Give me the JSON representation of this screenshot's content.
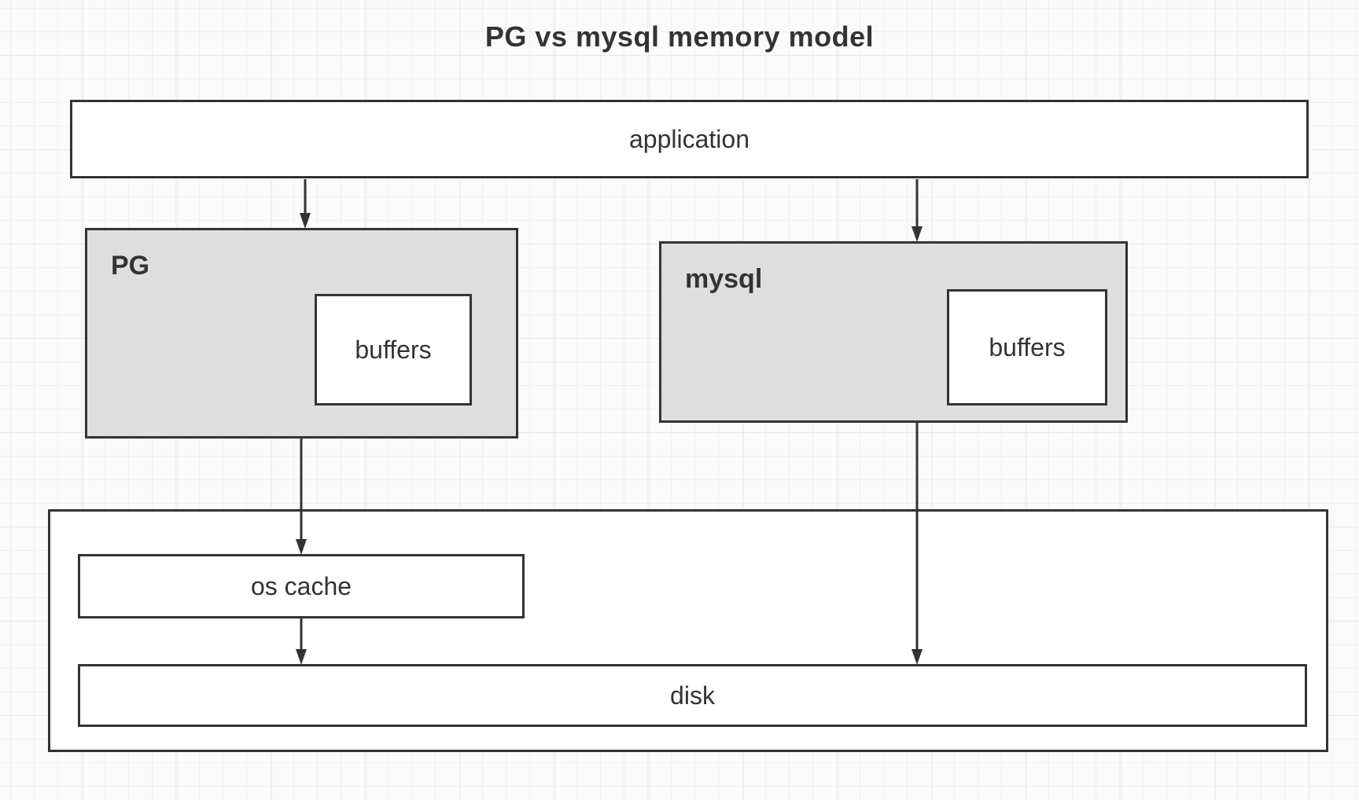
{
  "title": "PG vs mysql memory model",
  "diagram": {
    "nodes": {
      "application": {
        "label": "application",
        "fill": "#ffffff"
      },
      "pg": {
        "label": "PG",
        "fill": "#dedede"
      },
      "pg_buffers": {
        "label": "buffers",
        "fill": "#ffffff"
      },
      "mysql": {
        "label": "mysql",
        "fill": "#dedede"
      },
      "mysql_buffers": {
        "label": "buffers",
        "fill": "#ffffff"
      },
      "os_container": {
        "label": "",
        "fill": "#ffffff"
      },
      "os_cache": {
        "label": "os cache",
        "fill": "#ffffff"
      },
      "disk": {
        "label": "disk",
        "fill": "#ffffff"
      }
    },
    "edges": [
      {
        "from": "application",
        "to": "PG"
      },
      {
        "from": "application",
        "to": "mysql"
      },
      {
        "from": "PG",
        "to": "os cache"
      },
      {
        "from": "os cache",
        "to": "disk"
      },
      {
        "from": "mysql",
        "to": "disk"
      }
    ]
  },
  "colors": {
    "stroke": "#333333",
    "text": "#333333",
    "gray_fill": "#dedede",
    "white_fill": "#ffffff",
    "canvas_bg": "#fbfbfb",
    "grid_minor": "#f0f0f0",
    "grid_major": "#e7e7e7"
  }
}
